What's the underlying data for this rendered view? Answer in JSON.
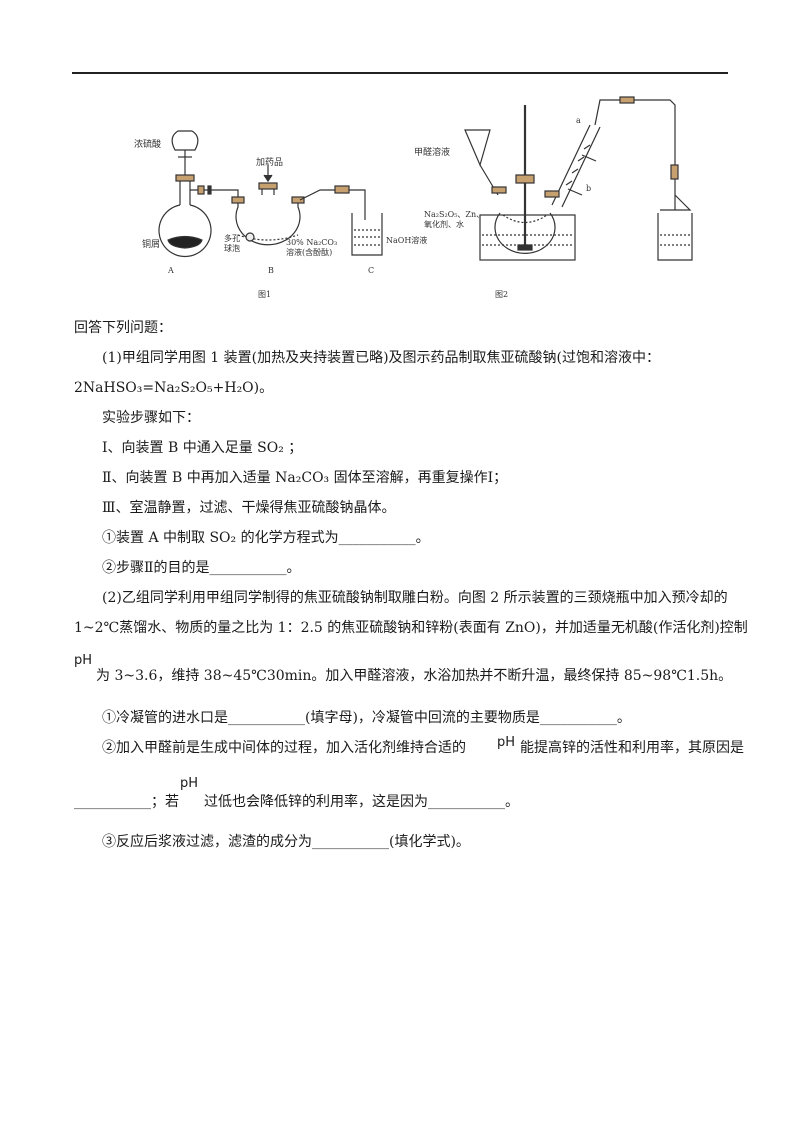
{
  "figure1": {
    "label_nongsuan": "浓硫酸",
    "label_tongxie": "铜屑",
    "label_jiayaopin": "加药品",
    "label_duokong": "多孔",
    "label_qiupao": "球泡",
    "label_na2co3_a": "30% Na₂CO₃",
    "label_na2co3_b": "溶液(含酚酞)",
    "label_naoh": "NaOH溶液",
    "label_A": "A",
    "label_B": "B",
    "label_C": "C",
    "caption": "图1"
  },
  "figure2": {
    "label_jiaquan": "甲醛溶液",
    "label_reagent_a": "Na₂S₂O₅、Zn、",
    "label_reagent_b": "氧化剂、水",
    "label_a": "a",
    "label_b": "b",
    "caption": "图2"
  },
  "text": {
    "q_intro": "回答下列问题：",
    "p1_a": "(1)甲组同学用图 1 装置(加热及夹持装置已略)及图示药品制取焦亚硫酸钠(过饱和溶液中：",
    "p1_eq": "2NaHSO₃=Na₂S₂O₅+H₂O)。",
    "steps_title": "实验步骤如下：",
    "step1": "Ⅰ、向装置 B 中通入足量 SO₂ ；",
    "step2": "Ⅱ、向装置 B 中再加入适量 Na₂CO₃ 固体至溶解，再重复操作Ⅰ；",
    "step3": "Ⅲ、室温静置，过滤、干燥得焦亚硫酸钠晶体。",
    "q1_1": "①装置 A 中制取 SO₂ 的化学方程式为___________。",
    "q1_2": "②步骤Ⅱ的目的是___________。",
    "p2_a": "(2)乙组同学利用甲组同学制得的焦亚硫酸钠制取雕白粉。向图 2 所示装置的三颈烧瓶中加入预冷却的",
    "p2_b": "1~2℃蒸馏水、物质的量之比为 1：2.5 的焦亚硫酸钠和锌粉(表面有 ZnO)，并加适量无机酸(作活化剂)控制",
    "ph": "pH",
    "p2_c": "为 3~3.6，维持 38~45℃30min。加入甲醛溶液，水浴加热并不断升温，最终保持 85~98℃1.5h。",
    "q2_1": "①冷凝管的进水口是___________(填字母)，冷凝管中回流的主要物质是___________。",
    "q2_2a": "②加入甲醛前是生成中间体的过程，加入活化剂维持合适的",
    "q2_2b": "能提高锌的活性和利用率，其原因是",
    "q2_2c": "___________；若",
    "q2_2d": "过低也会降低锌的利用率，这是因为___________。",
    "q2_3": "③反应后浆液过滤，滤渣的成分为___________(填化学式)。"
  }
}
